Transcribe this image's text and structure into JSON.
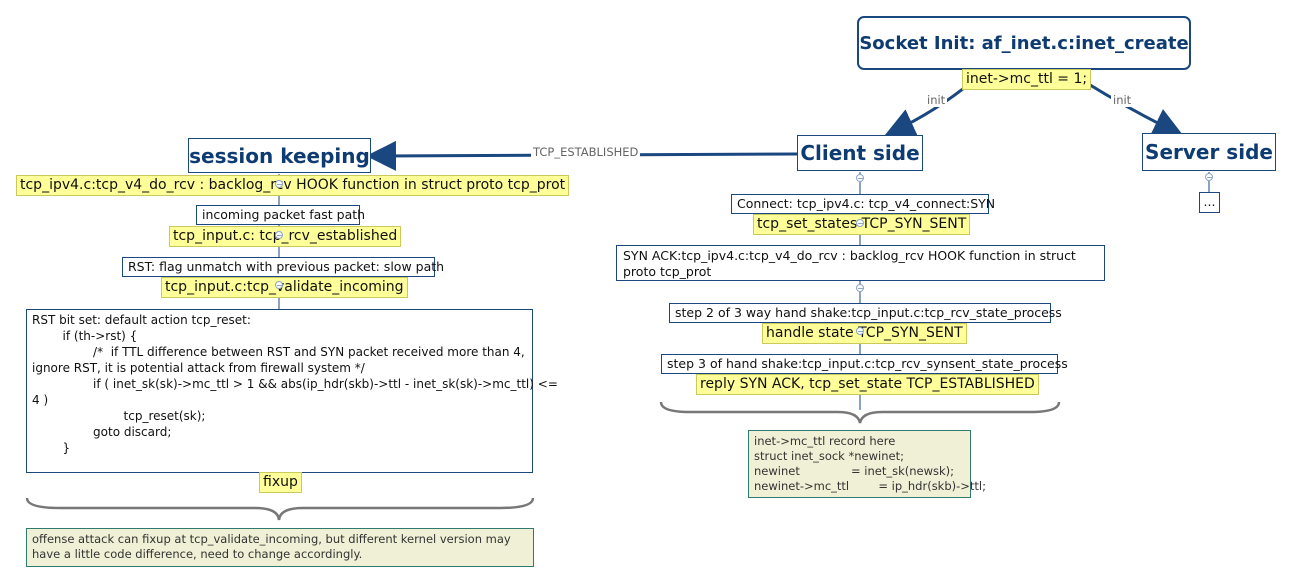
{
  "nodes": {
    "socket_init": "Socket Init: af_inet.c:inet_create",
    "socket_init_label": "inet->mc_ttl     = 1;",
    "session": "session keeping",
    "client": "Client side",
    "server": "Server side",
    "server_child": "..."
  },
  "edges": {
    "init_left": "init",
    "init_right": "init",
    "established": "TCP_ESTABLISHED"
  },
  "session_branch": [
    {
      "label": "tcp_ipv4.c:tcp_v4_do_rcv : backlog_rcv HOOK function in struct proto tcp_prot"
    },
    {
      "box": "incoming packet fast path",
      "label": "tcp_input.c: tcp_rcv_established"
    },
    {
      "box": "RST: flag unmatch with previous packet: slow path",
      "label": "tcp_input.c:tcp_validate_incoming"
    }
  ],
  "rst_code": [
    "RST bit set: default action tcp_reset:",
    "        if (th->rst) {",
    "                /*  if TTL difference between RST and SYN packet received more than 4,",
    "ignore RST, it is potential attack from firewall system */",
    "                if ( inet_sk(sk)->mc_ttl > 1 && abs(ip_hdr(skb)->ttl - inet_sk(sk)->mc_ttl) <=",
    "4 )",
    "                        tcp_reset(sk);",
    "                goto discard;",
    "        }"
  ],
  "fixup": "fixup",
  "left_note": "offense attack can fixup at tcp_validate_incoming, but different kernel version may have a little code difference, need to change accordingly.",
  "client_branch": {
    "connect_box": "Connect: tcp_ipv4.c: tcp_v4_connect:SYN",
    "connect_label": "tcp_set_states TCP_SYN_SENT",
    "synack_box": "SYN ACK:tcp_ipv4.c:tcp_v4_do_rcv : backlog_rcv HOOK function in struct proto tcp_prot",
    "step2_box": "step 2 of 3 way hand shake:tcp_input.c:tcp_rcv_state_process",
    "step2_label": "handle state TCP_SYN_SENT",
    "step3_box": "step 3 of hand shake:tcp_input.c:tcp_rcv_synsent_state_process",
    "step3_label": "reply SYN ACK, tcp_set_state TCP_ESTABLISHED"
  },
  "right_note": [
    "inet->mc_ttl record here",
    "struct inet_sock *newinet;",
    "newinet              = inet_sk(newsk);",
    "newinet->mc_ttl        = ip_hdr(skb)->ttl;"
  ],
  "colors": {
    "line": "#1a4780",
    "highlight": "#ffff99",
    "note_bg": "#f0f0d6"
  }
}
